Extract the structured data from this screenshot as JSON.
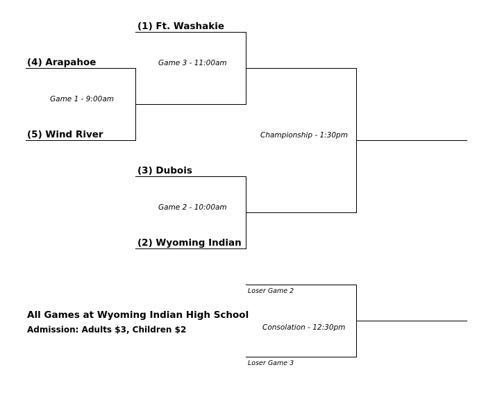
{
  "bracket": {
    "teams": {
      "seed1": "(1) Ft. Washakie",
      "seed4": "(4) Arapahoe",
      "seed5": "(5) Wind River",
      "seed3": "(3) Dubois",
      "seed2": "(2) Wyoming Indian"
    },
    "games": {
      "game1": "Game 1 - 9:00am",
      "game2": "Game 2 - 10:00am",
      "game3": "Game 3 - 11:00am",
      "championship": "Championship - 1:30pm",
      "consolation": "Consolation - 12:30pm"
    },
    "consolation_slots": {
      "top": "Loser Game 2",
      "bottom": "Loser Game 3"
    }
  },
  "info": {
    "venue": "All Games at Wyoming Indian High School",
    "admission": "Admission:  Adults $3, Children $2"
  }
}
